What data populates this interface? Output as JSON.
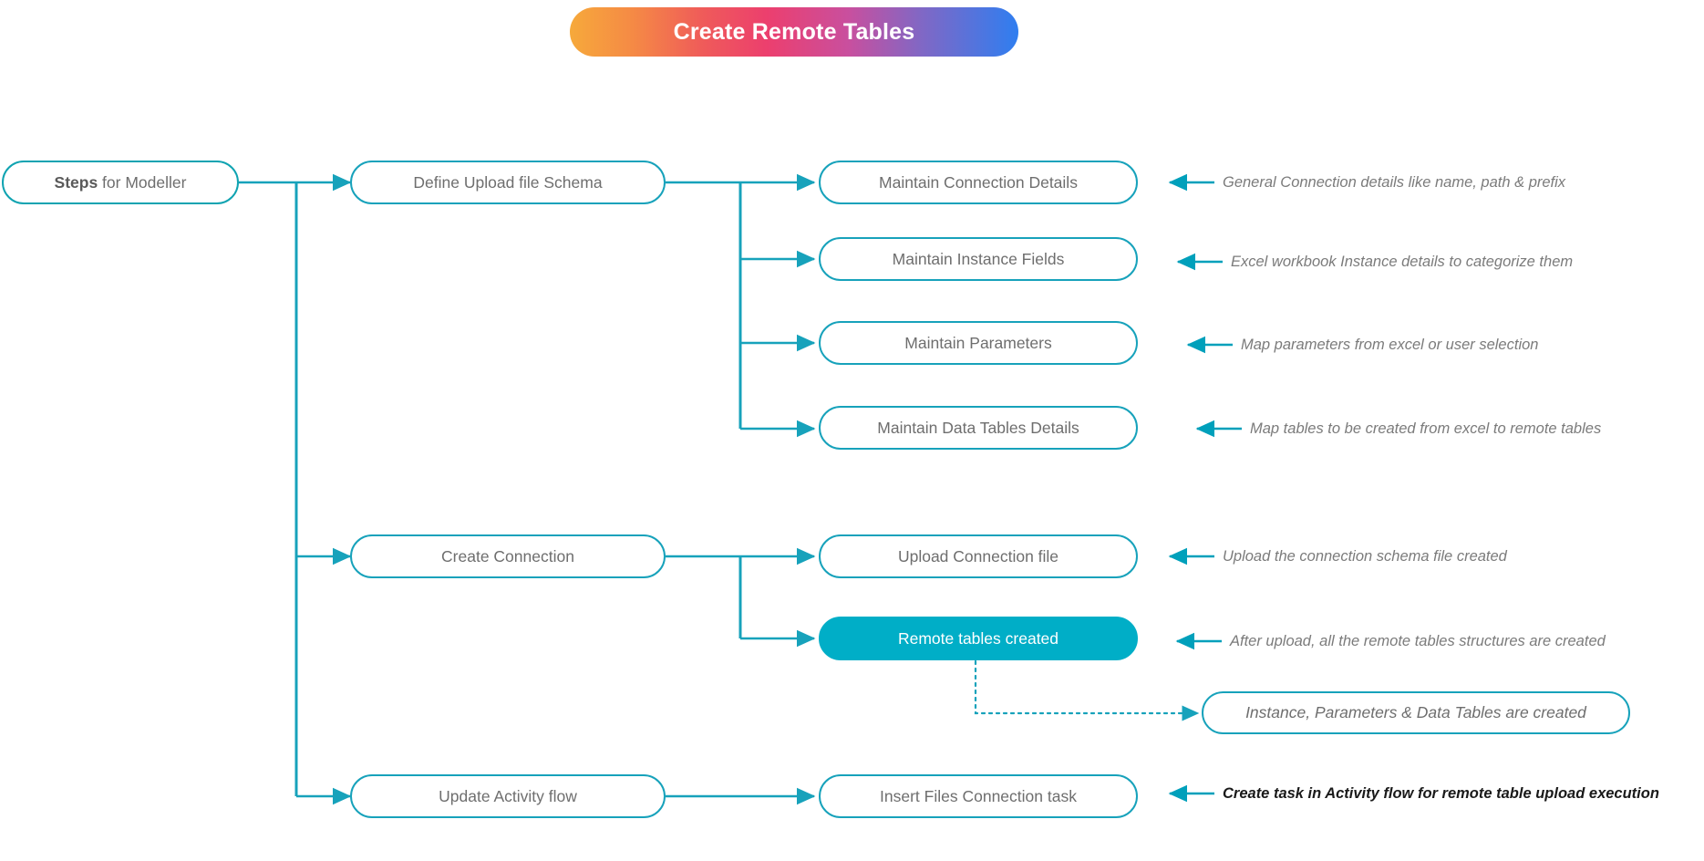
{
  "banner": {
    "title": "Create Remote Tables",
    "gradient_from": "#f6a93b",
    "gradient_mid": "#ec3f6e",
    "gradient_to": "#2f7ef0"
  },
  "theme": {
    "accent": "#17a2bb",
    "accent_fill": "#00aec7",
    "node_text": "#6e6e6e",
    "annotation_text": "#7b7b7b",
    "annotation_emphasis": "#1a1a1a",
    "background": "#ffffff"
  },
  "diagram": {
    "type": "tree-flowchart",
    "root": {
      "label_strong": "Steps",
      "label_rest": " for Modeller"
    },
    "branches": [
      {
        "label": "Define Upload file Schema",
        "children": [
          {
            "label": "Maintain Connection Details",
            "annotation": "General Connection  details like name, path & prefix"
          },
          {
            "label": "Maintain Instance Fields",
            "annotation": "Excel workbook Instance details to categorize them"
          },
          {
            "label": "Maintain Parameters",
            "annotation": "Map parameters from excel or user selection"
          },
          {
            "label": "Maintain Data Tables Details",
            "annotation": "Map tables to be created from excel to remote tables"
          }
        ]
      },
      {
        "label": "Create Connection",
        "children": [
          {
            "label": "Upload Connection file",
            "annotation": "Upload the connection schema file created"
          },
          {
            "label": "Remote tables created",
            "annotation": "After upload, all the remote tables structures are created"
          }
        ]
      },
      {
        "label": "Update Activity flow",
        "children": [
          {
            "label": "Insert Files Connection task",
            "annotation": "Create  task in Activity flow for remote table upload execution"
          }
        ]
      }
    ],
    "outcome": {
      "label": "Instance, Parameters & Data Tables are created"
    }
  }
}
